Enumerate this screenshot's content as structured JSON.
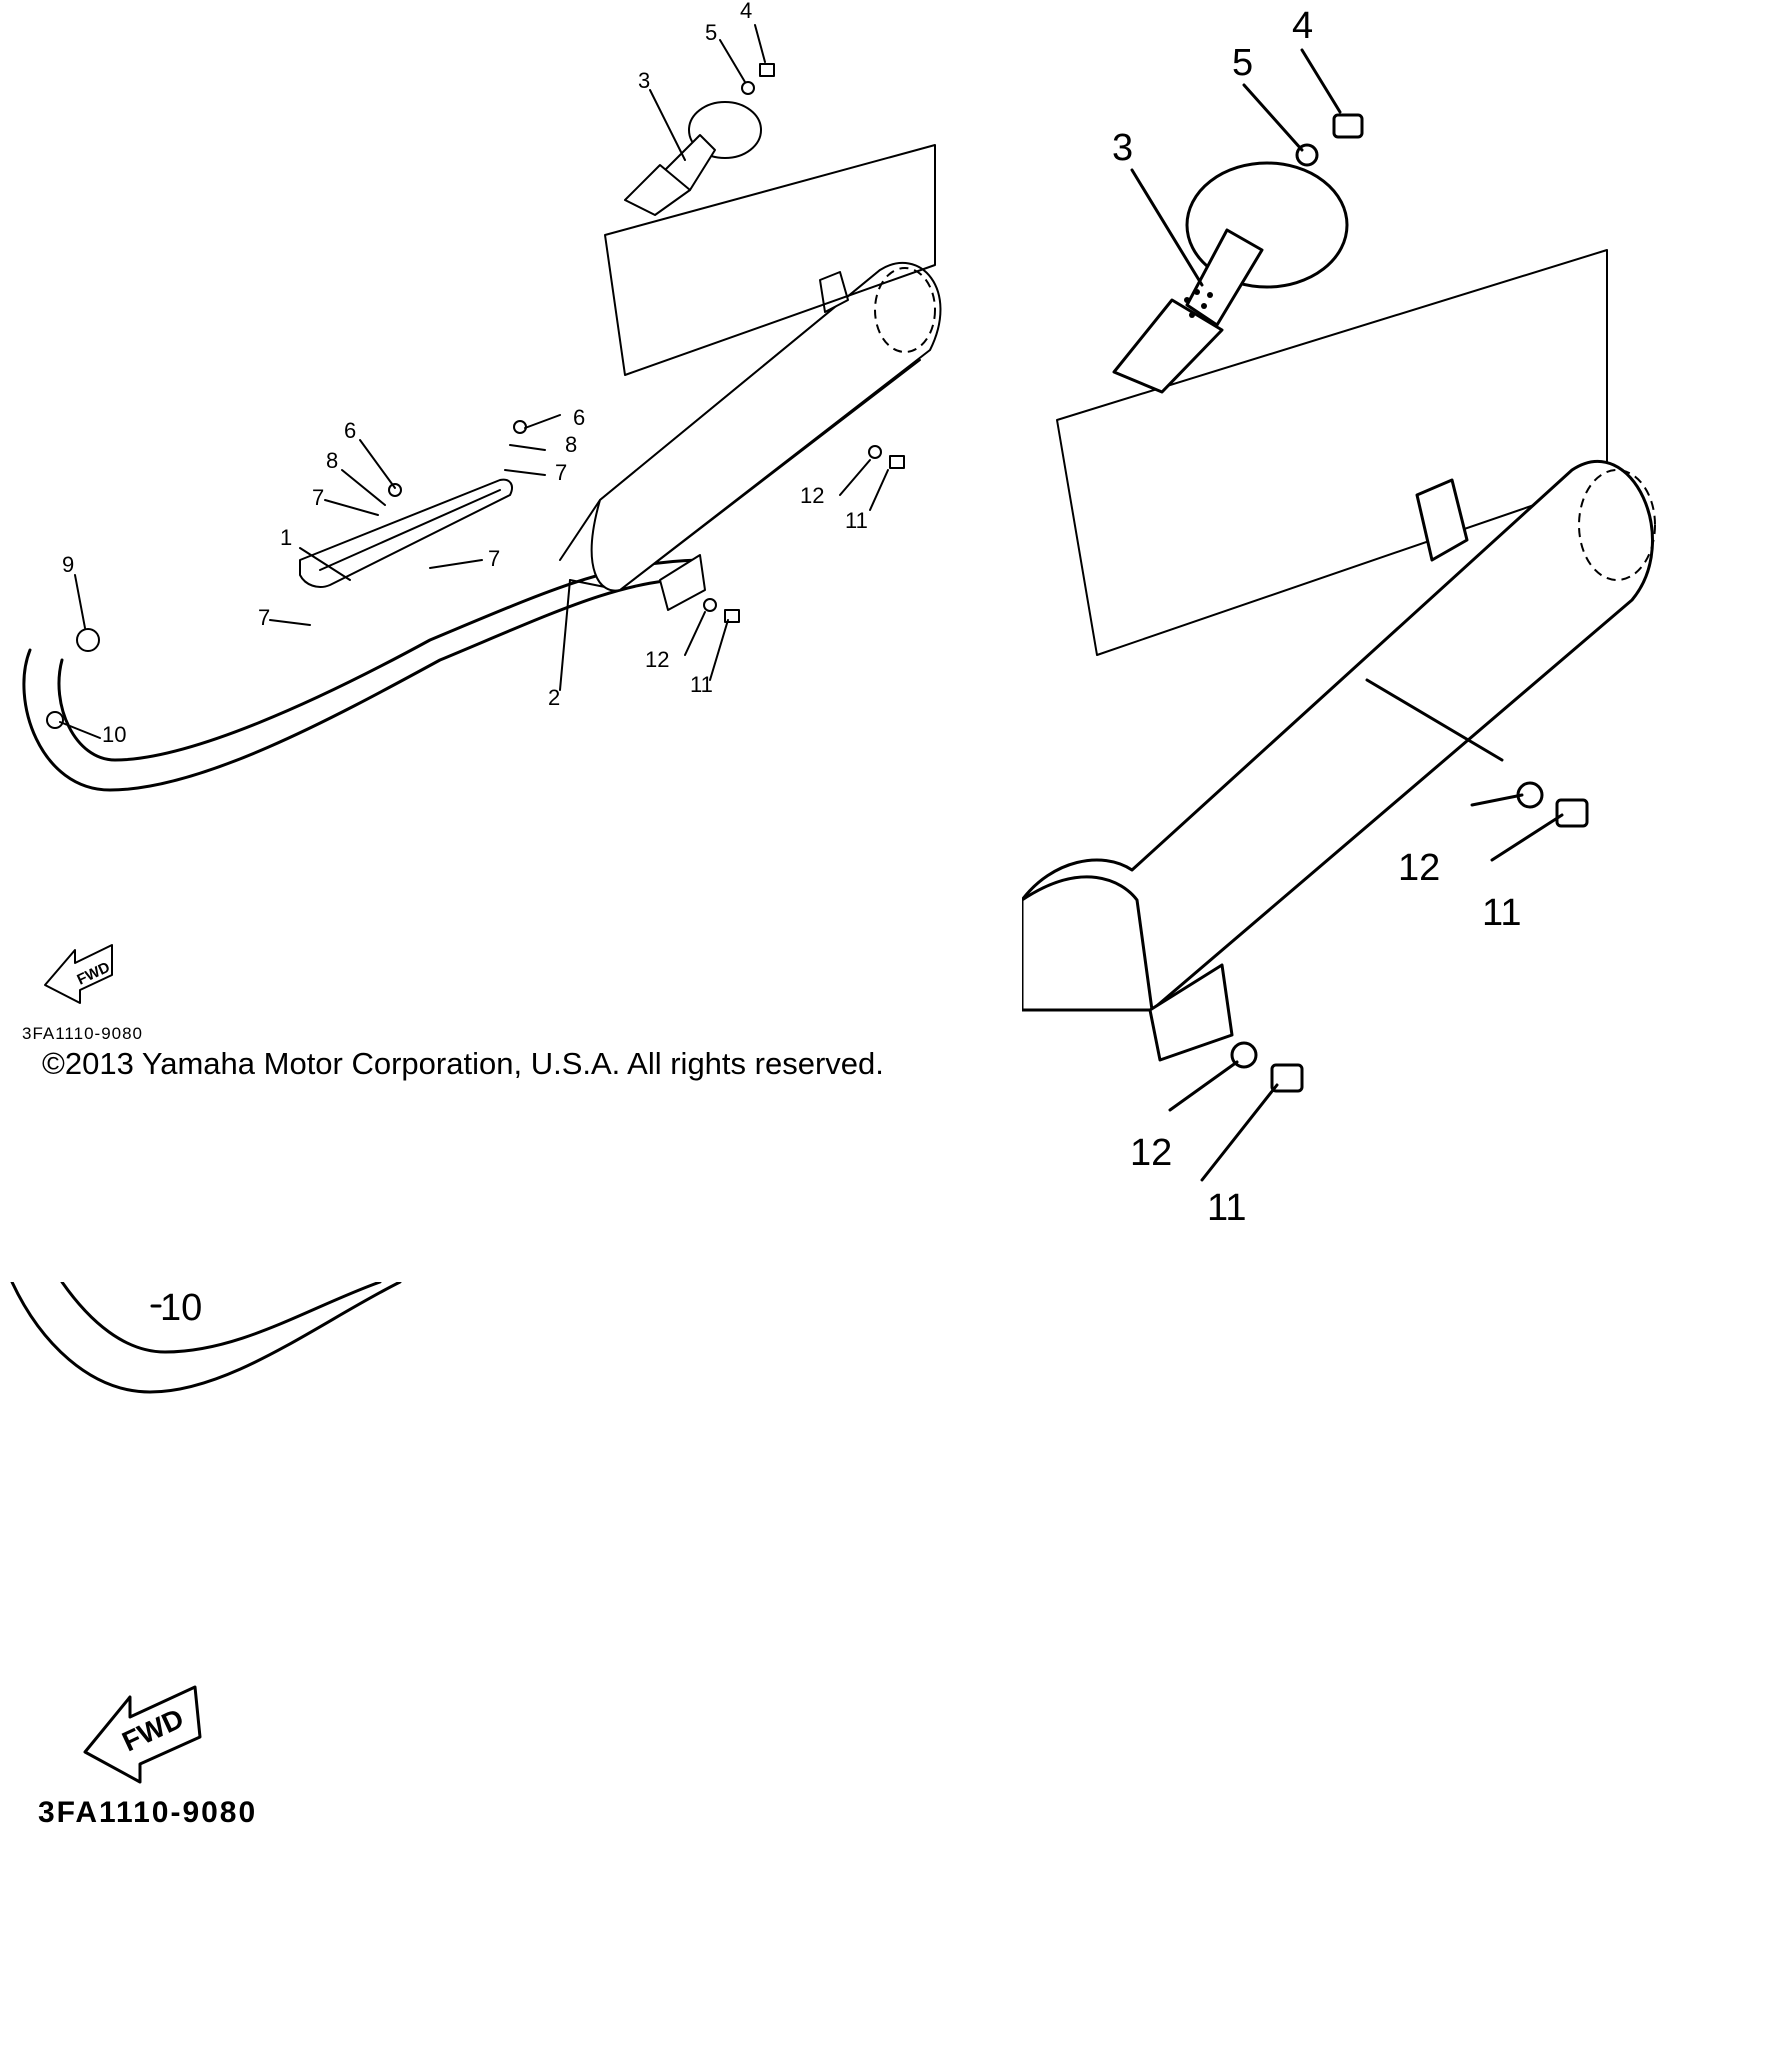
{
  "overview": {
    "callouts": [
      {
        "id": "1",
        "label": "1"
      },
      {
        "id": "2",
        "label": "2"
      },
      {
        "id": "3",
        "label": "3"
      },
      {
        "id": "4",
        "label": "4"
      },
      {
        "id": "5",
        "label": "5"
      },
      {
        "id": "6a",
        "label": "6"
      },
      {
        "id": "6b",
        "label": "6"
      },
      {
        "id": "7a",
        "label": "7"
      },
      {
        "id": "7b",
        "label": "7"
      },
      {
        "id": "7c",
        "label": "7"
      },
      {
        "id": "7d",
        "label": "7"
      },
      {
        "id": "8a",
        "label": "8"
      },
      {
        "id": "8b",
        "label": "8"
      },
      {
        "id": "9",
        "label": "9"
      },
      {
        "id": "10",
        "label": "10"
      },
      {
        "id": "11a",
        "label": "11"
      },
      {
        "id": "11b",
        "label": "11"
      },
      {
        "id": "12a",
        "label": "12"
      },
      {
        "id": "12b",
        "label": "12"
      }
    ],
    "fwd_label": "FWD",
    "drawing_code": "3FA1110-9080",
    "copyright": "©2013 Yamaha Motor Corporation, U.S.A. All rights reserved."
  },
  "zoom_muffler": {
    "callouts": {
      "c3": "3",
      "c4": "4",
      "c5": "5",
      "c12a": "12",
      "c11a": "11",
      "c12b": "12",
      "c11b": "11"
    }
  },
  "zoom_pipe": {
    "fwd_label": "FWD",
    "drawing_code": "3FA1110-9080",
    "fragment_label": "10"
  }
}
